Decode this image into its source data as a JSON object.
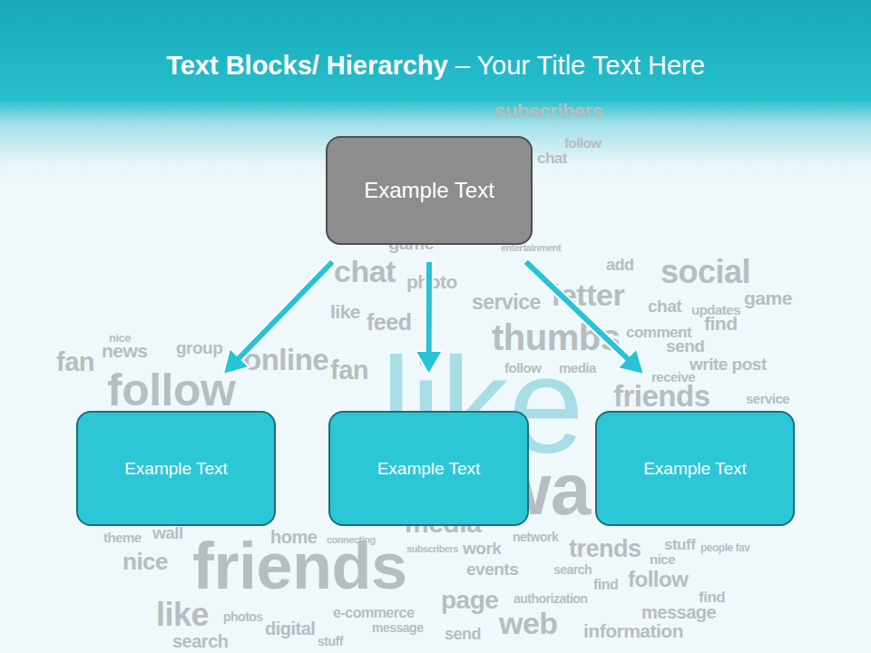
{
  "diagram": {
    "title": "Text Blocks/ Hierarchy – Your Title Text Here",
    "nodes": [
      {
        "text": [
          "Example Text"
        ]
      },
      {
        "text": [
          "Example Text"
        ]
      },
      {
        "text": [
          "Example Text"
        ]
      },
      {
        "text": [
          "Example Text"
        ]
      }
    ],
    "edges": [
      {
        "from": 0,
        "to": 1,
        "arrow": "to"
      },
      {
        "from": 0,
        "to": 2,
        "arrow": "to"
      },
      {
        "from": 0,
        "to": 3,
        "arrow": "to"
      }
    ],
    "labels": [
      "subscribers",
      "follow",
      "chat",
      "game",
      "entertainment",
      "chat",
      "photo",
      "social",
      "add",
      "letter",
      "service",
      "game",
      "chat",
      "feed",
      "like",
      "thumbs",
      "find",
      "comment",
      "updates",
      "news",
      "fan",
      "group",
      "nice",
      "online",
      "fan",
      "follow",
      "media",
      "send",
      "write post",
      "friends",
      "receive",
      "service",
      "follow",
      "like",
      "wall",
      "theme",
      "wall",
      "nice",
      "friends",
      "home",
      "connecting",
      "media",
      "subscribers",
      "work",
      "network",
      "trends",
      "stuff",
      "people fav",
      "events",
      "search",
      "nice",
      "follow",
      "page",
      "find",
      "find",
      "like",
      "photos",
      "e-commerce",
      "digital",
      "message",
      "authorization",
      "message",
      "web",
      "information",
      "search",
      "send",
      "stuff"
    ]
  }
}
